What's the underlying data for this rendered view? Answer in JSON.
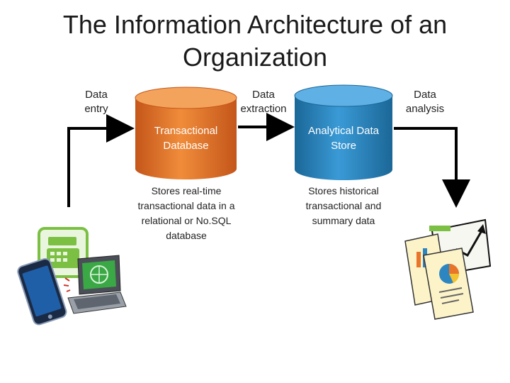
{
  "title": "The Information Architecture of an Organization",
  "stages": {
    "data_entry": "Data entry",
    "data_extraction": "Data extraction",
    "data_analysis": "Data analysis"
  },
  "transactional_db": {
    "label": "Transactional Database",
    "description": "Stores real-time transactional data in a relational or No.SQL database",
    "color": "#e8752a"
  },
  "analytical_store": {
    "label": "Analytical Data Store",
    "description": "Stores historical transactional and summary data",
    "color": "#2e86c1"
  },
  "icons": {
    "entry_devices": [
      "cash-register-icon",
      "smartphone-icon",
      "laptop-icon"
    ],
    "analysis_reports": [
      "reports-chart-icon"
    ]
  },
  "colors": {
    "arrow": "#000000",
    "register_green": "#7bc043",
    "phone_blue": "#1f5fa8"
  }
}
